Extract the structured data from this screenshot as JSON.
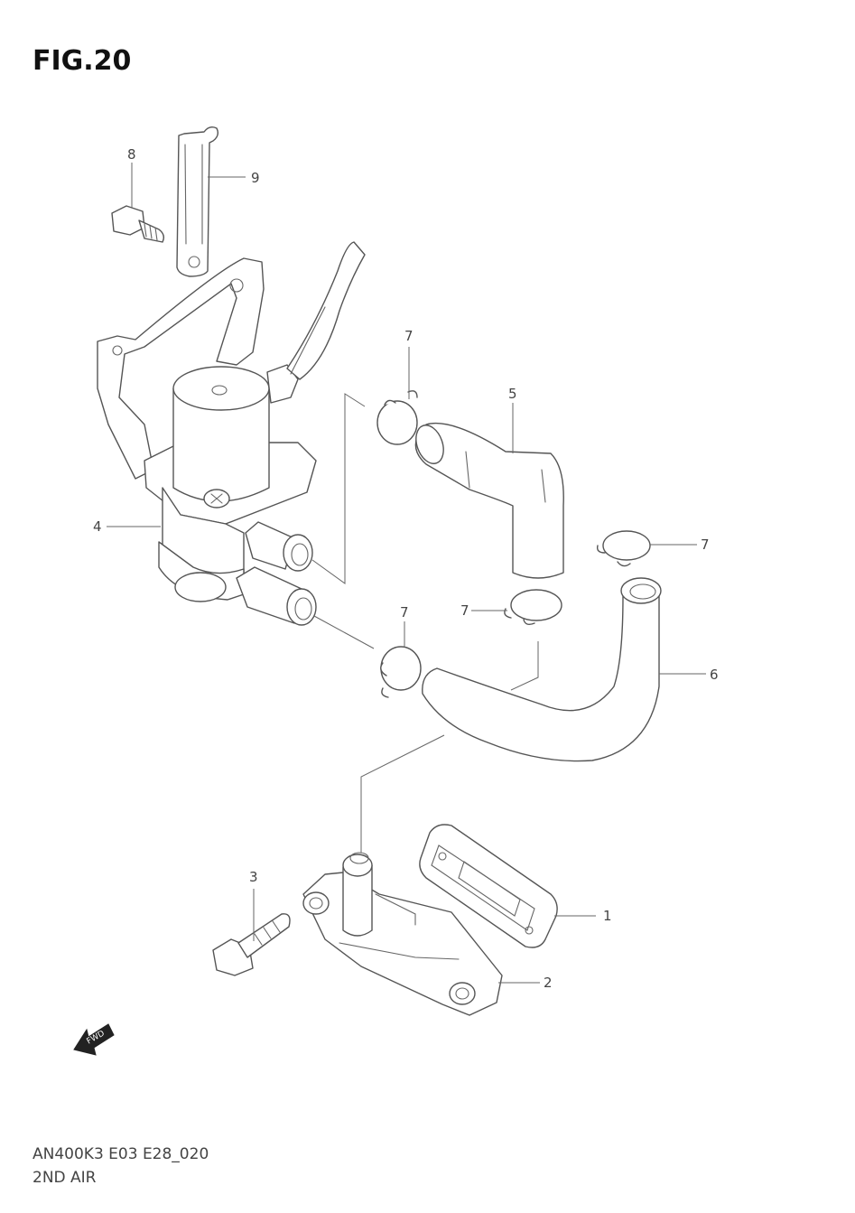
{
  "figure": {
    "title": "FIG.20",
    "model_code": "AN400K3 E03 E28_020",
    "section_name": "2ND AIR",
    "fwd_label": "FWD"
  },
  "callouts": [
    "1",
    "2",
    "3",
    "4",
    "5",
    "6",
    "7",
    "7",
    "7",
    "7",
    "8",
    "9"
  ]
}
